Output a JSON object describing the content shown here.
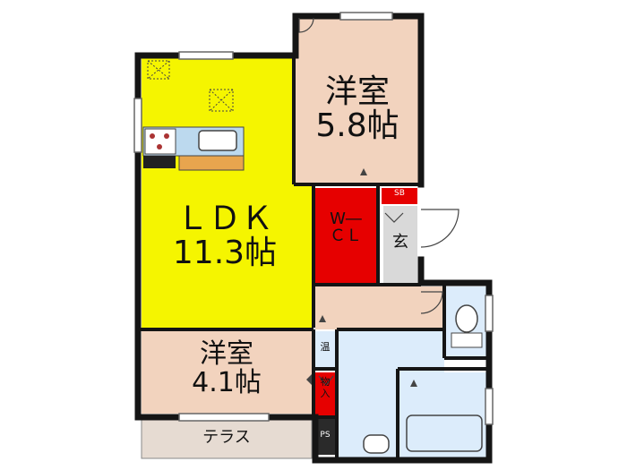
{
  "rooms": {
    "ldk": {
      "name": "ＬＤＫ",
      "size": "11.3帖"
    },
    "bedroom_north": {
      "name": "洋室",
      "size": "5.8帖"
    },
    "bedroom_south": {
      "name": "洋室",
      "size": "4.1帖"
    },
    "wcl": {
      "line1": "W―",
      "line2": "ＣＬ"
    },
    "entrance": {
      "name": "玄"
    },
    "shoe_box": {
      "name": "SB"
    },
    "water_heater": {
      "name": "温"
    },
    "storage": {
      "name": "物入"
    },
    "pipe_space": {
      "name": "PS"
    },
    "terrace": {
      "name": "テラス"
    }
  },
  "colors": {
    "ldk": "#f5f500",
    "bedroom": "#f2d3be",
    "wcl": "#e60000",
    "wet": "#dcecfb",
    "entrance": "#d9d9d9",
    "terrace": "#e6dbd2",
    "wall": "#151515"
  }
}
